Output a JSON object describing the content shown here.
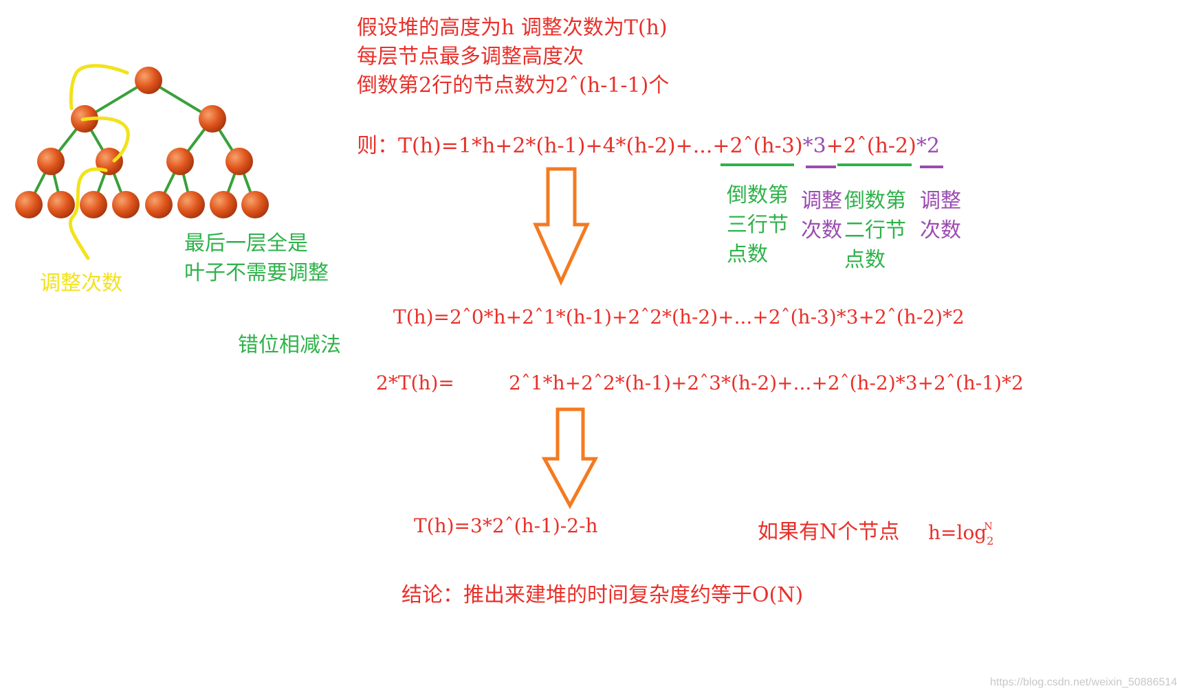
{
  "colors": {
    "formula": "#e8302a",
    "note_green": "#2fb24a",
    "note_purple": "#9b4bb1",
    "note_yellow": "#f2e21c",
    "arrow": "#f47a20",
    "tree_node": "#e0571e",
    "tree_edge": "#3aa03a"
  },
  "intro": {
    "line1": "假设堆的高度为h 调整次数为T(h)",
    "line2": "每层节点最多调整高度次",
    "line3": "倒数第2行的节点数为2ˆ(h-1-1)个"
  },
  "first_formula": {
    "prefix": "则：T(h)=1*h+2*(h-1)+4*(h-2)+...",
    "term_count3": "+2ˆ(h-3)",
    "term_adj3": "*3",
    "term_count2": "+2ˆ(h-2)",
    "term_adj2": "*2"
  },
  "annotations": {
    "count_third": [
      "倒数第",
      "三行节",
      "点数"
    ],
    "adjust_a": [
      "调整",
      "次数"
    ],
    "count_second": [
      "倒数第",
      "二行节",
      "点数"
    ],
    "adjust_b": [
      "调整",
      "次数"
    ]
  },
  "tree": {
    "adjust_label": "调整次数",
    "leaf_note": [
      "最后一层全是",
      "叶子不需要调整"
    ],
    "levels": [
      1,
      2,
      4,
      8
    ]
  },
  "subtraction": {
    "method": "错位相减法",
    "eq1": "T(h)=2ˆ0*h+2ˆ1*(h-1)+2ˆ2*(h-2)+...+2ˆ(h-3)*3+2ˆ(h-2)*2",
    "eq2_lhs": "2*T(h)=",
    "eq2_rhs": "2ˆ1*h+2ˆ2*(h-1)+2ˆ3*(h-2)+...+2ˆ(h-2)*3+2ˆ(h-1)*2"
  },
  "result": {
    "eq": "T(h)=3*2ˆ(h-1)-2-h",
    "n_nodes": "如果有N个节点",
    "h_eq": "h=log",
    "log_base": "2",
    "log_arg": "N"
  },
  "conclusion": "结论：推出来建堆的时间复杂度约等于O(N)",
  "watermark": "https://blog.csdn.net/weixin_50886514"
}
